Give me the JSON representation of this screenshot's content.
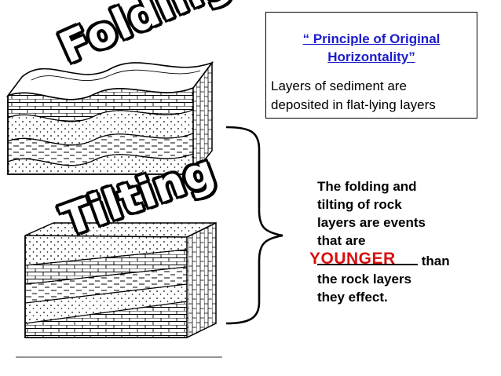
{
  "titles": {
    "folding": "Folding",
    "tilting": "Tilting"
  },
  "principle": {
    "title_line1": "“ Principle of Original",
    "title_line2": "Horizontality”",
    "body_line1": "Layers of sediment are",
    "body_line2": "deposited in flat-lying layers"
  },
  "explanation": {
    "line1": "The folding and",
    "line2": "tilting of rock",
    "line3": "layers are events",
    "line4": "that are",
    "blank_suffix": " than",
    "line6": "the rock layers",
    "line7": "they effect.",
    "answer": "YOUNGER"
  },
  "colors": {
    "principle_title": "#1c1ccc",
    "answer": "#d81010",
    "ink": "#000000"
  }
}
